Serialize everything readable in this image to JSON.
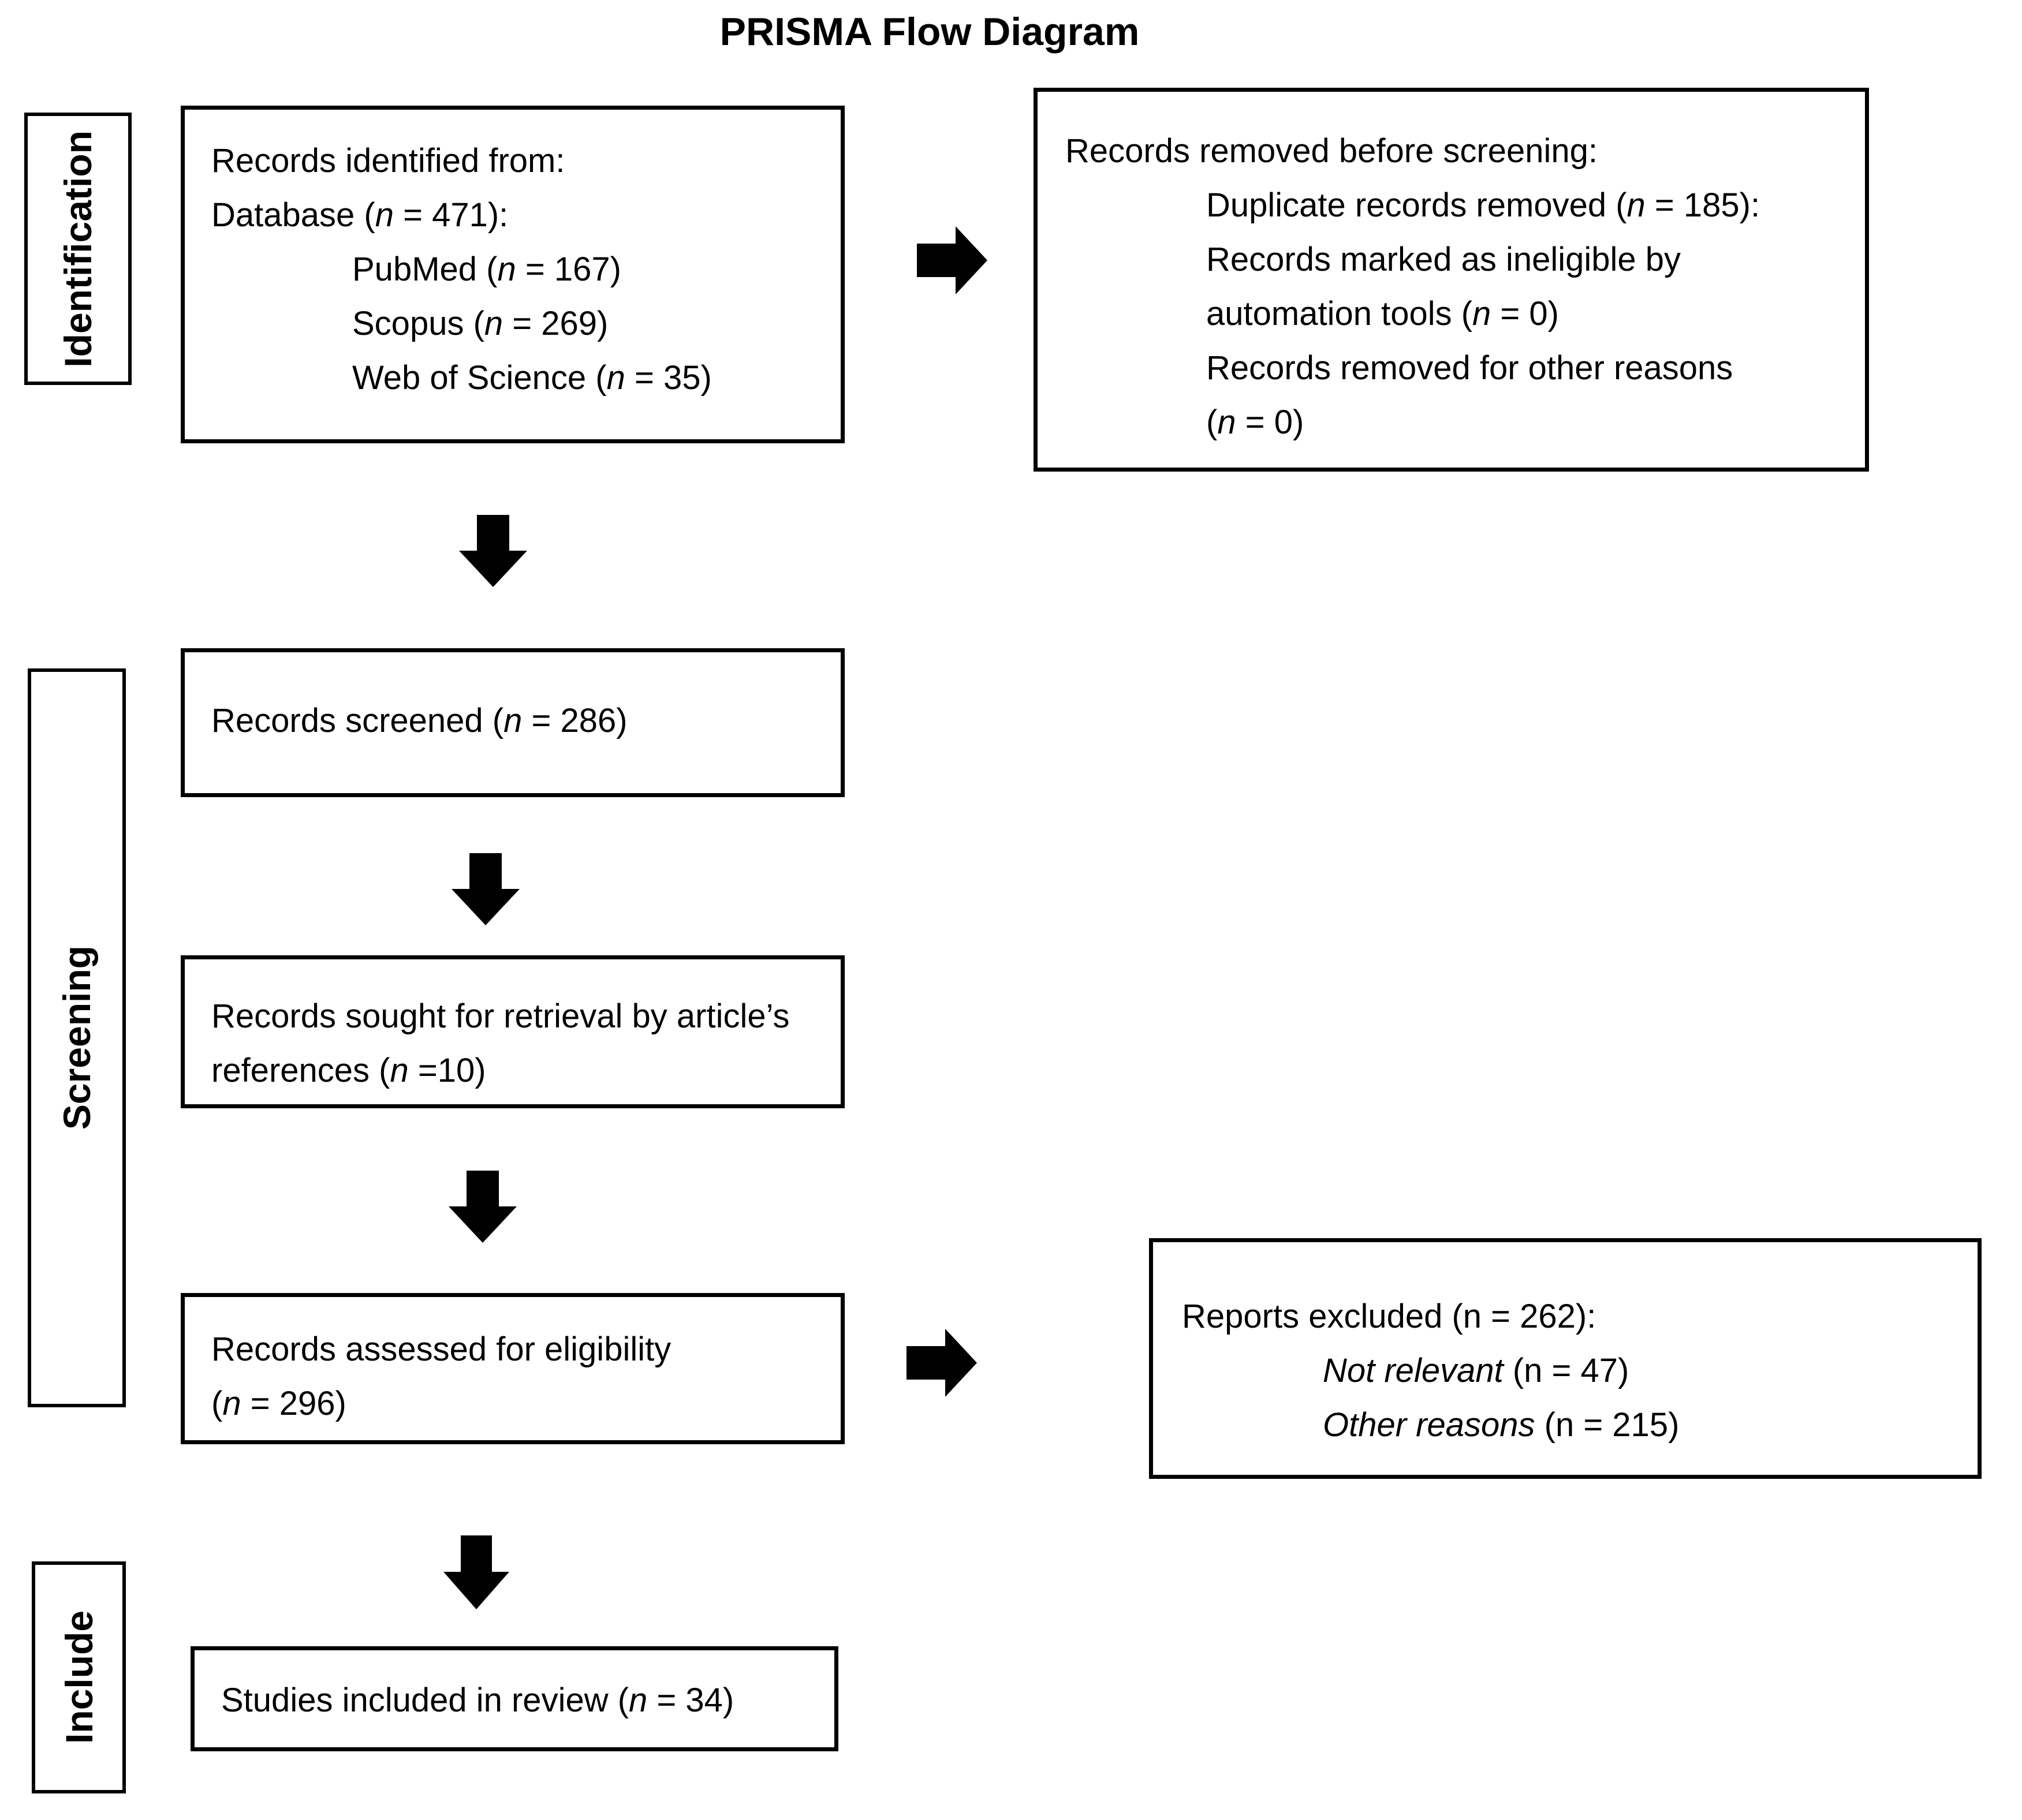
{
  "title": "PRISMA Flow Diagram",
  "colors": {
    "ink": "#000000",
    "background": "#ffffff"
  },
  "sidebar": {
    "identification": "Identification",
    "screening": "Screening",
    "include": "Include"
  },
  "boxes": {
    "identified": {
      "l1": "Records identified from:",
      "l2a": "Database (",
      "n1": "n",
      "l2b": " = 471):",
      "l3a": "PubMed (",
      "n2": "n",
      "l3b": " = 167)",
      "l4a": "Scopus (",
      "n3": "n",
      "l4b": " = 269)",
      "l5a": "Web of Science (",
      "n4": "n",
      "l5b": " = 35)"
    },
    "removed": {
      "l1": "Records removed before screening:",
      "l2a": "Duplicate records removed (",
      "n1": "n",
      "l2b": " = 185):",
      "l3": "Records marked as ineligible by",
      "l4a": "automation tools (",
      "n2": "n",
      "l4b": " = 0)",
      "l5": "Records removed for other reasons",
      "l6a": "(",
      "n3": "n",
      "l6b": " = 0)"
    },
    "screened": {
      "l1a": "Records screened (",
      "n1": "n",
      "l1b": " = 286)"
    },
    "sought": {
      "l1": "Records sought for retrieval by article’s",
      "l2a": "references (",
      "n1": "n",
      "l2b": " =10)"
    },
    "assessed": {
      "l1": "Records assessed for eligibility",
      "l2a": "(",
      "n1": "n",
      "l2b": " = 296)"
    },
    "excluded": {
      "l1": "Reports excluded (n = 262):",
      "l2a": "Not relevant",
      "l2b": " (n = 47)",
      "l3a": "Other reasons",
      "l3b": " (n = 215)"
    },
    "included": {
      "l1a": "Studies included in review (",
      "n1": "n",
      "l1b": " = 34)"
    }
  },
  "arrows": [
    {
      "id": "identified-to-removed",
      "direction": "right"
    },
    {
      "id": "identified-to-screened",
      "direction": "down"
    },
    {
      "id": "screened-to-sought",
      "direction": "down"
    },
    {
      "id": "sought-to-assessed",
      "direction": "down"
    },
    {
      "id": "assessed-to-excluded",
      "direction": "right"
    },
    {
      "id": "assessed-to-included",
      "direction": "down"
    }
  ]
}
